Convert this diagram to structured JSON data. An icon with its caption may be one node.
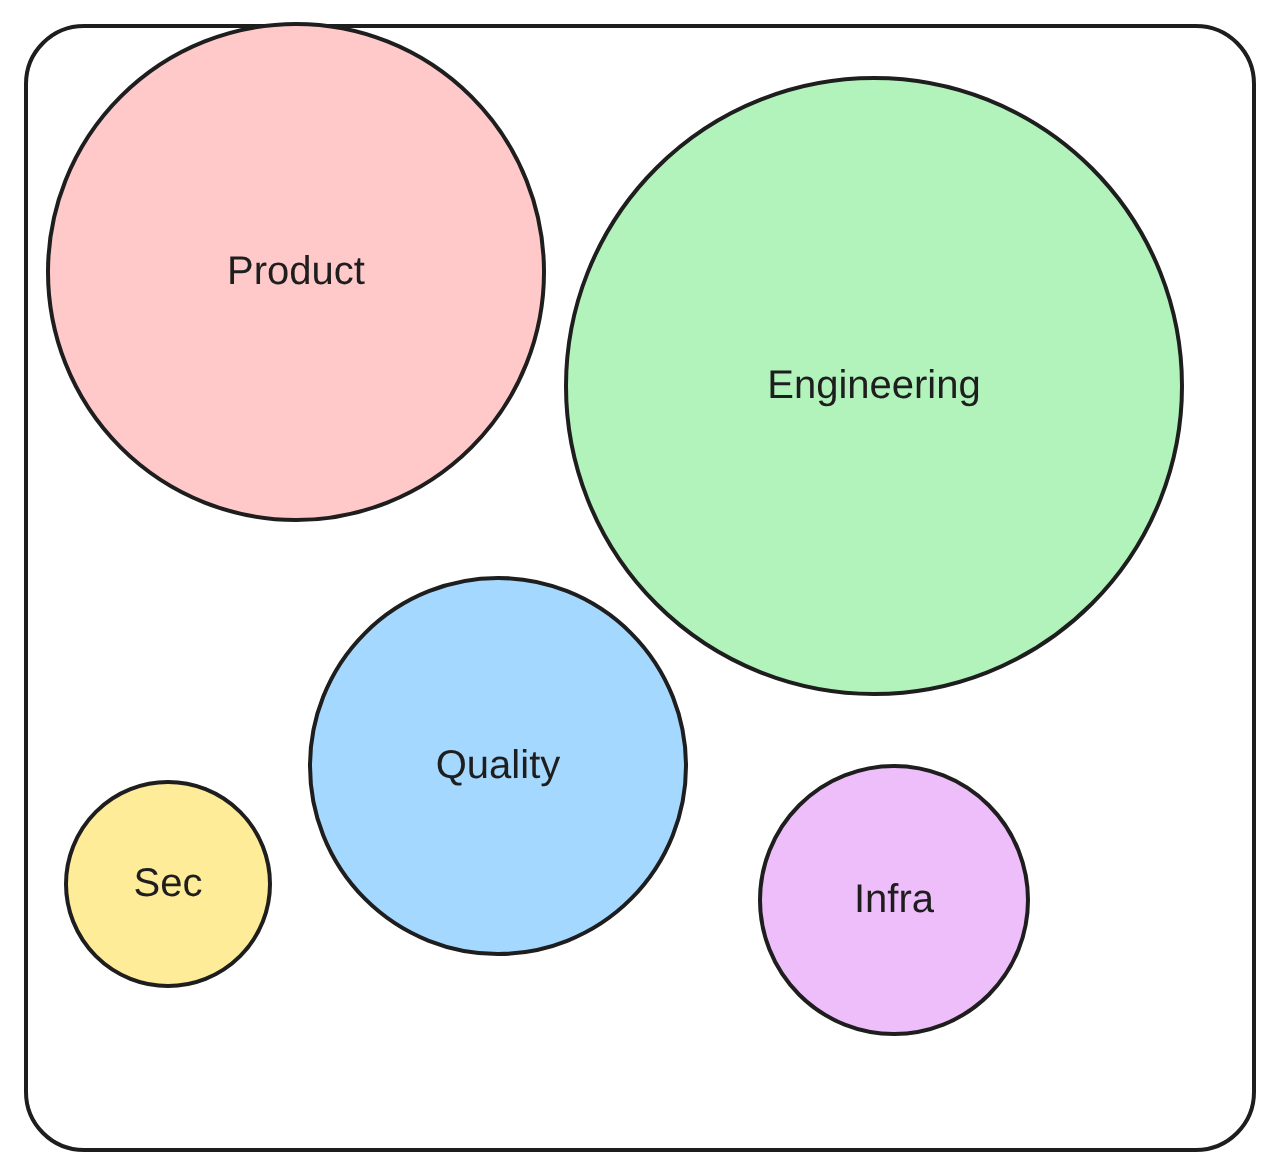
{
  "diagram": {
    "nodes": [
      {
        "text": [],
        "shape": "box"
      },
      {
        "text": [
          "Product"
        ],
        "in": 0
      },
      {
        "text": [
          "Engineering"
        ],
        "in": 0
      },
      {
        "text": [
          "Quality"
        ],
        "in": 0
      },
      {
        "text": [
          "Sec"
        ],
        "in": 0
      },
      {
        "text": [
          "Infra"
        ],
        "in": 0
      }
    ]
  }
}
